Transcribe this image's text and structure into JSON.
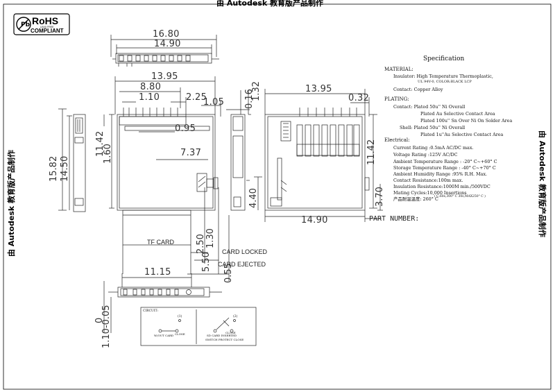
{
  "watermark": "由 Autodesk 教育版产品制作",
  "rohs": {
    "title": "RoHS",
    "subtitle": "COMPLIANT",
    "small": "LEAD FREE"
  },
  "dimensions": {
    "d1680": "16.80",
    "d1490_top": "14.90",
    "d1395_front": "13.95",
    "d880": "8.80",
    "d110": "1.10",
    "d225": "2.25",
    "d105": "1.05",
    "d016": "0.16",
    "d132": "1.32",
    "d095": "0.95",
    "d737": "7.37",
    "d1582": "15.82",
    "d1450": "14.50",
    "d1142_left": "11.42",
    "d160": "1.60",
    "d250": "2.50",
    "d130": "1.30",
    "d550": "5.50",
    "d055": "0.55",
    "d1395_back": "13.95",
    "d032": "0.32",
    "d1142_right": "11.42",
    "d440": "4.40",
    "d370": "3.70",
    "d1490_back": "14.90",
    "d1115": "11.15",
    "d0": "0",
    "d110_005": "1.10-0.05"
  },
  "labels": {
    "tf_card": "TF CARD",
    "card_locked": "CARD LOCKED",
    "card_ejected": "CARD EJECTED",
    "part_number": "PART NUMBER:"
  },
  "spec": {
    "title": "Specification",
    "material_h": "MATERIAL:",
    "insulator": "Insulator: High Temperature Thermoplastic,",
    "insulator2": "UL 94V-0, COLOR:BLACK LCP",
    "contact": "Contact: Copper Alloy",
    "plating_h": "PLATING:",
    "p1": "Contact: Plated 50u'' Ni Overall",
    "p2": "Plated Au Selective Contact Area",
    "p3": "Plated 100u'' Sn Over Ni On Solder Area",
    "p4": "Shell: Plated 50u'' Ni Overall",
    "p5": "Plated 1u''Au Selective Contact Area",
    "elec_h": "Electrical:",
    "e1": "Current Rating :0.5mA AC/DC max.",
    "e2": "Voltage Rating :125V AC/DC",
    "e3": "Ambient Temperature Range : -20° C~+60° C",
    "e4": "Storage Temperature Range : -40° C~+70° C",
    "e5": "Ambient Humidity Range :95% R.H. Max.",
    "e6": "Contact Resistance:100m max.",
    "e7": "Insulation Resistance:1000M min./500VDC",
    "e8": "Mating Cycles:10,000 Insertions",
    "e9": "产品耐温温度: 260° C",
    "e9b": "( C.60s,300° C 30s,MAX250° C )"
  },
  "circuit": {
    "title": "CIRCUIT:",
    "left_label": "W/OUT CARD",
    "left_label2": "CLOSE",
    "right_label": "SD CARD INSERTED",
    "right_label2": "SWITCH PROTECT CLOSE",
    "right_label3": "CLOSE",
    "num1": "(1)",
    "num2": "(2)"
  }
}
